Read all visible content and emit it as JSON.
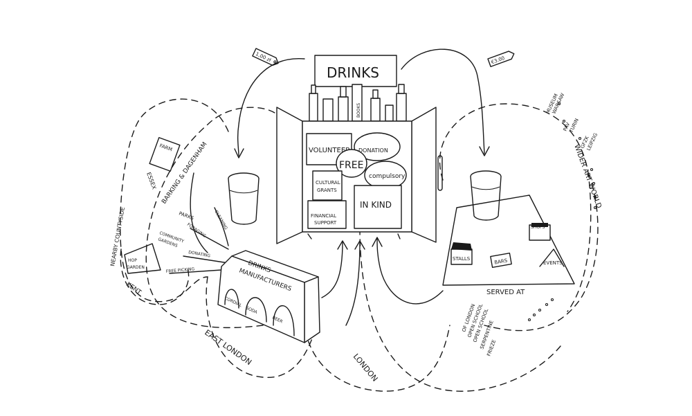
{
  "drinks_sign": "DRINKS",
  "price_left": "1,00 zł",
  "price_right": "€3.00",
  "fridge": {
    "volunteer": "VOLUNTEER",
    "donation": "DONATION",
    "free": "FREE",
    "cultural_grants": [
      "CULTURAL",
      "GRANTS"
    ],
    "compulsory": "compulsory",
    "in_kind": "IN KIND",
    "financial_support": [
      "FINANCIAL",
      "SUPPORT"
    ],
    "books": "BOOKS"
  },
  "left": {
    "barking": "BARKING & DAGENHAM",
    "farm": "FARM",
    "essex": "ESSEX",
    "nearby_countryside": "NEARBY COUNTYSIDE",
    "parks": "PARKS",
    "community_gardens": [
      "COMMUNITY",
      "GARDENS"
    ],
    "gleaning": "GLEANING",
    "foraging": "FORAGING",
    "donating": "DONATING",
    "free_picking": "FREE PICKING",
    "hop_garden": [
      "HOP",
      "GARDEN"
    ],
    "kent": "KENT",
    "manufacturers": [
      "DRINKS",
      "MANUFACTURERS"
    ],
    "cordial": "CORDIAL",
    "soda": "SODA",
    "beer": "BEER",
    "east_london": "EAST LONDON",
    "london": "LONDON"
  },
  "right": {
    "stalls": "STALLS",
    "bars": "BARS",
    "shops": "SHOPS",
    "events": "EVENTS",
    "served_at": "SERVED AT",
    "wider_art_world": "WIDER ART WORLD",
    "museum_warsaw": [
      "MUSEUM",
      "WARSAW"
    ],
    "pav_turin": [
      "PAV",
      "TURIN"
    ],
    "gfzk_leipzig": [
      "GFZK",
      "LEIPZIG"
    ],
    "frieze": "FRIEZE",
    "serpentine": "SERPENTINE",
    "open_school": [
      "OPEN SCHOOL",
      "OPEN SCHOOL",
      "OF LONDON"
    ]
  }
}
